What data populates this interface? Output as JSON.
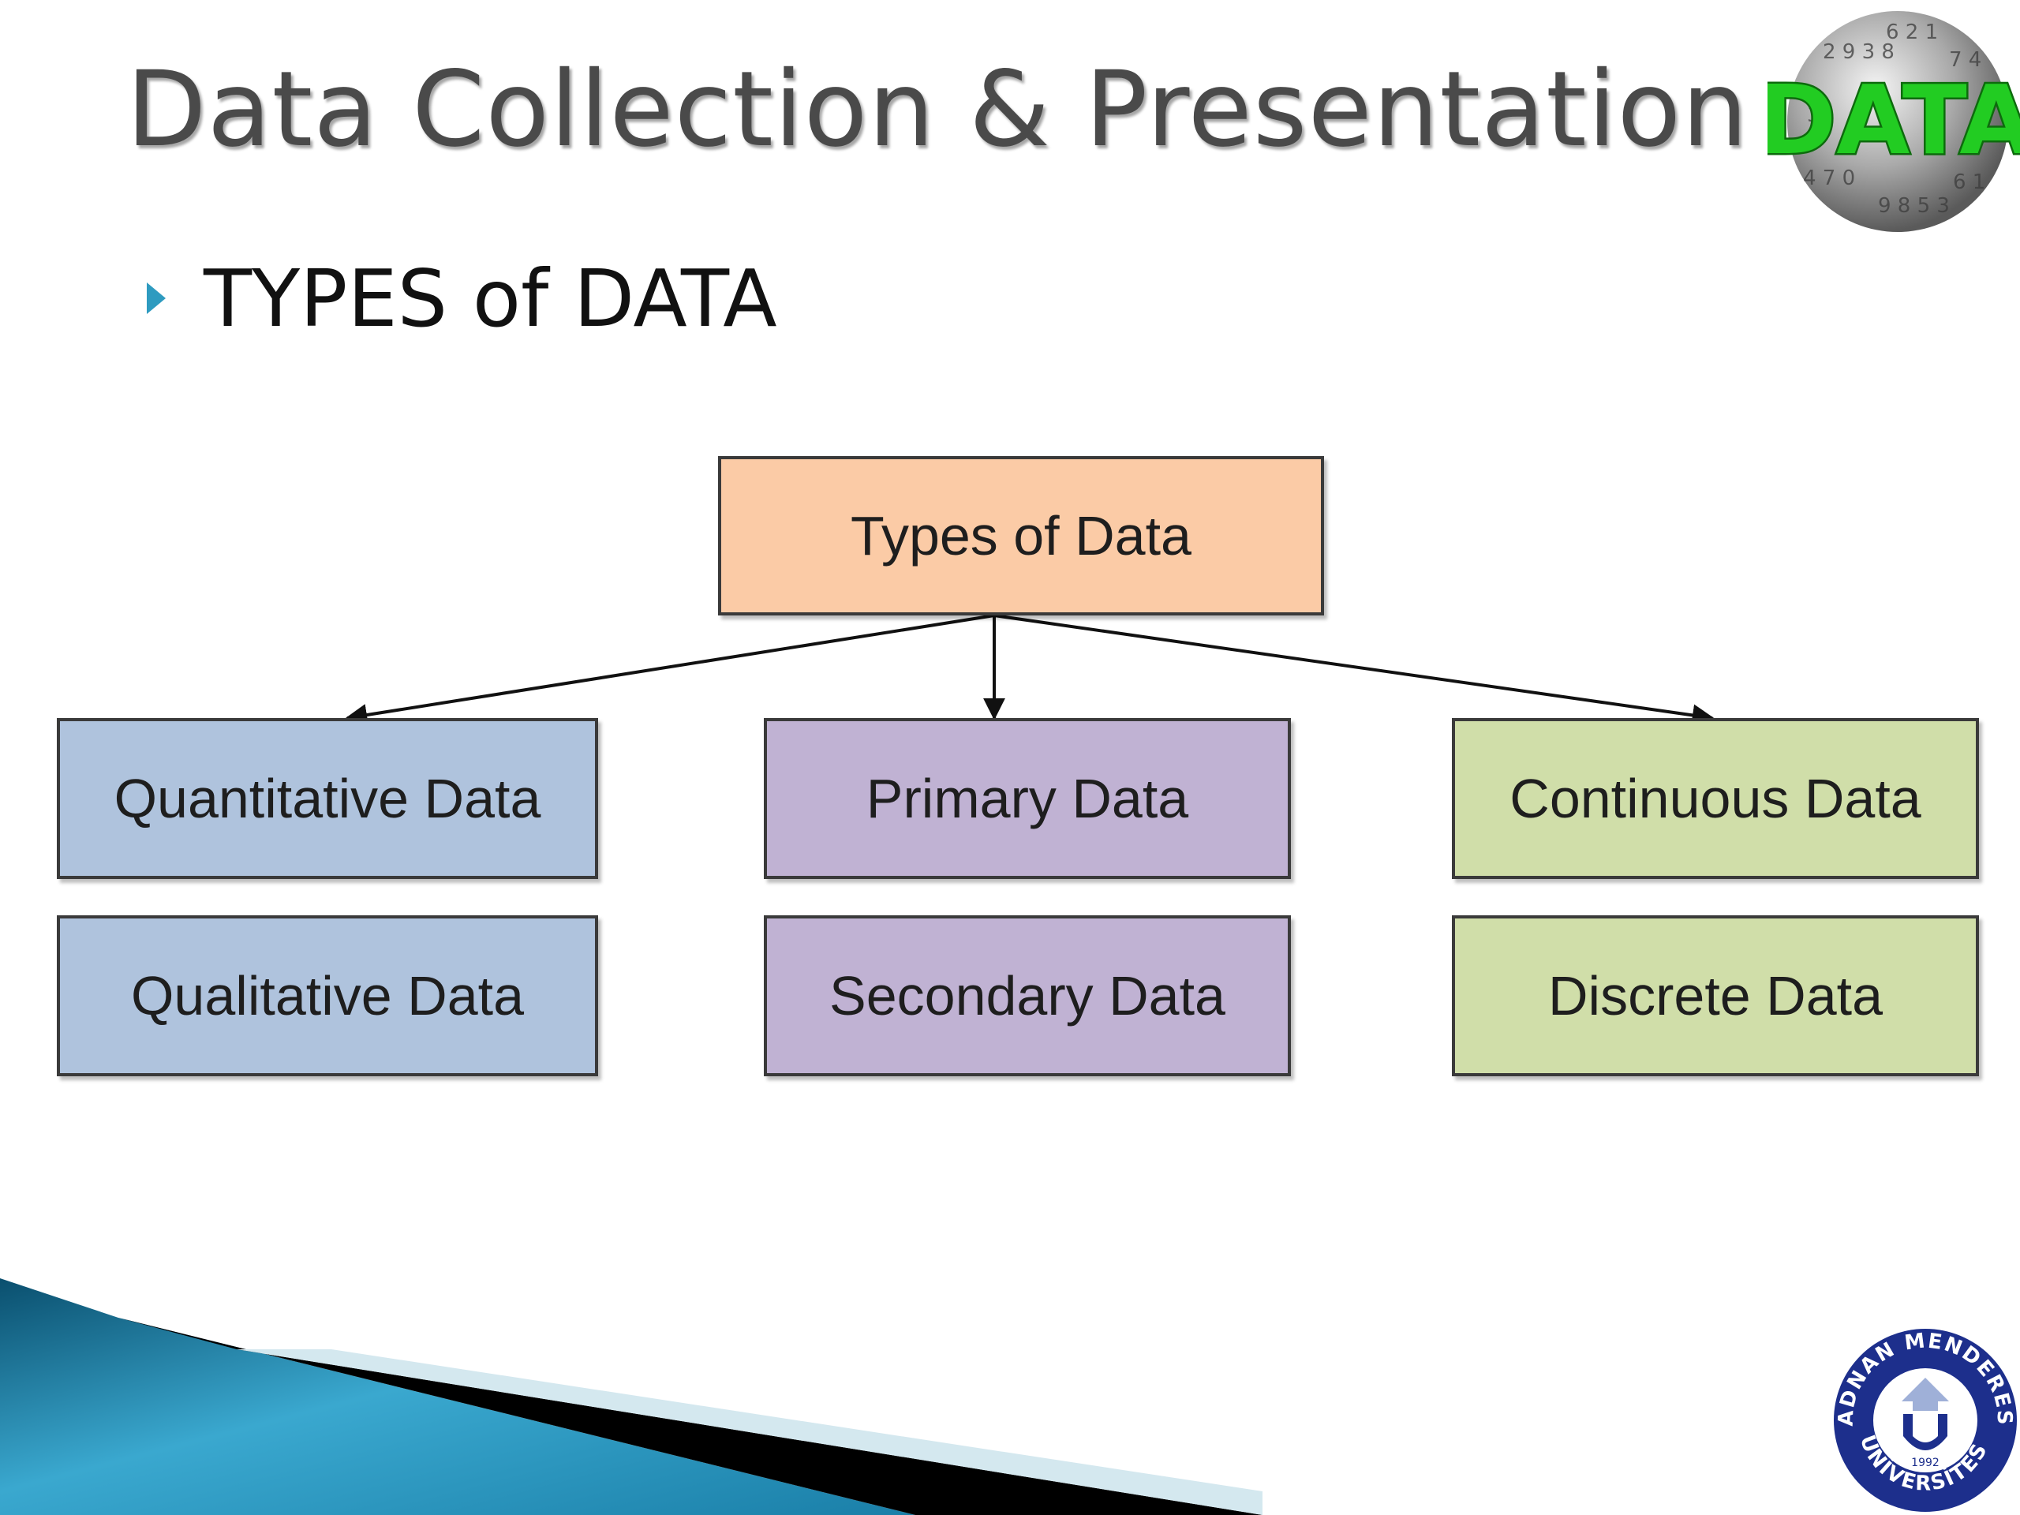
{
  "slide": {
    "title": "Data Collection & Presentation",
    "bullet": "TYPES of DATA",
    "logo_text": "DATA",
    "seal_text_top": "ADNAN MENDERES",
    "seal_text_bottom": "ÜNİVERSİTESİ",
    "seal_year": "1992"
  },
  "diagram": {
    "root": {
      "id": "root",
      "label": "Types of Data"
    },
    "nodes": [
      {
        "id": "quantitative",
        "label": "Quantitative Data",
        "group": "nature"
      },
      {
        "id": "qualitative",
        "label": "Qualitative Data",
        "group": "nature"
      },
      {
        "id": "primary",
        "label": "Primary Data",
        "group": "source"
      },
      {
        "id": "secondary",
        "label": "Secondary Data",
        "group": "source"
      },
      {
        "id": "continuous",
        "label": "Continuous Data",
        "group": "values"
      },
      {
        "id": "discrete",
        "label": "Discrete Data",
        "group": "values"
      }
    ],
    "edges": [
      {
        "from": "root",
        "to": "quantitative"
      },
      {
        "from": "root",
        "to": "primary"
      },
      {
        "from": "root",
        "to": "continuous"
      }
    ]
  },
  "colors": {
    "root_fill": "#fbcba6",
    "nature_fill": "#afc3dd",
    "source_fill": "#c0b2d3",
    "values_fill": "#d0dea9",
    "border": "#3a3a3a",
    "title": "#4a4a4a",
    "bullet_marker": "#2e9bc0",
    "logo_green": "#22cc22"
  }
}
